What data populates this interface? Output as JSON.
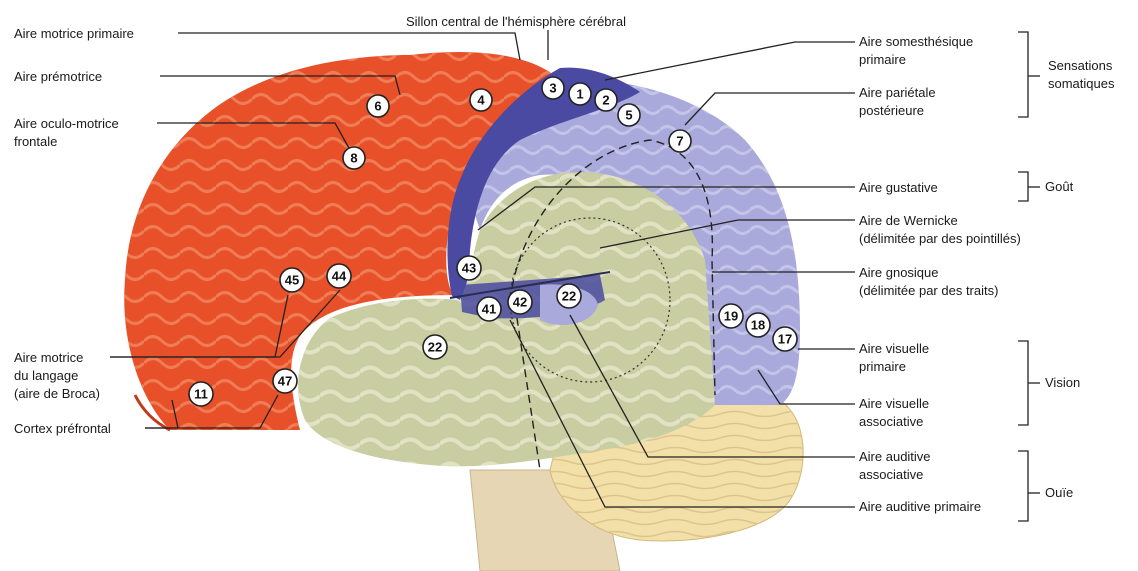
{
  "labels_left": {
    "motor_primary": "Aire motrice primaire",
    "premotor": "Aire prémotrice",
    "oculo_motor_line1": "Aire oculo-motrice",
    "oculo_motor_line2": "frontale",
    "broca_line1": "Aire motrice",
    "broca_line2": "du langage",
    "broca_line3": "(aire de Broca)",
    "prefrontal": "Cortex préfrontal"
  },
  "labels_top": {
    "central_sulcus": "Sillon central de l'hémisphère cérébral"
  },
  "labels_right": {
    "somesthetic_line1": "Aire somesthésique",
    "somesthetic_line2": "primaire",
    "parietal_line1": "Aire pariétale",
    "parietal_line2": "postérieure",
    "gustatory": "Aire gustative",
    "wernicke_line1": "Aire de Wernicke",
    "wernicke_line2": "(délimitée par des pointillés)",
    "gnosic_line1": "Aire gnosique",
    "gnosic_line2": "(délimitée par des traits)",
    "visual_primary_line1": "Aire visuelle",
    "visual_primary_line2": "primaire",
    "visual_assoc_line1": "Aire visuelle",
    "visual_assoc_line2": "associative",
    "auditory_assoc_line1": "Aire auditive",
    "auditory_assoc_line2": "associative",
    "auditory_primary": "Aire auditive primaire"
  },
  "categories": {
    "somatic_line1": "Sensations",
    "somatic_line2": "somatiques",
    "taste": "Goût",
    "vision": "Vision",
    "hearing": "Ouïe"
  },
  "areas": [
    "1",
    "2",
    "3",
    "4",
    "5",
    "6",
    "7",
    "8",
    "11",
    "17",
    "18",
    "19",
    "22",
    "22",
    "41",
    "42",
    "43",
    "44",
    "45",
    "47"
  ],
  "colors": {
    "frontal": "#e8502a",
    "frontal_dark": "#c23a1c",
    "somesthetic": "#4a4aa0",
    "parietal": "#a8a8dc",
    "temporal": "#c8cca0",
    "cerebellum": "#f2dea8",
    "brainstem": "#e8d8b8"
  }
}
